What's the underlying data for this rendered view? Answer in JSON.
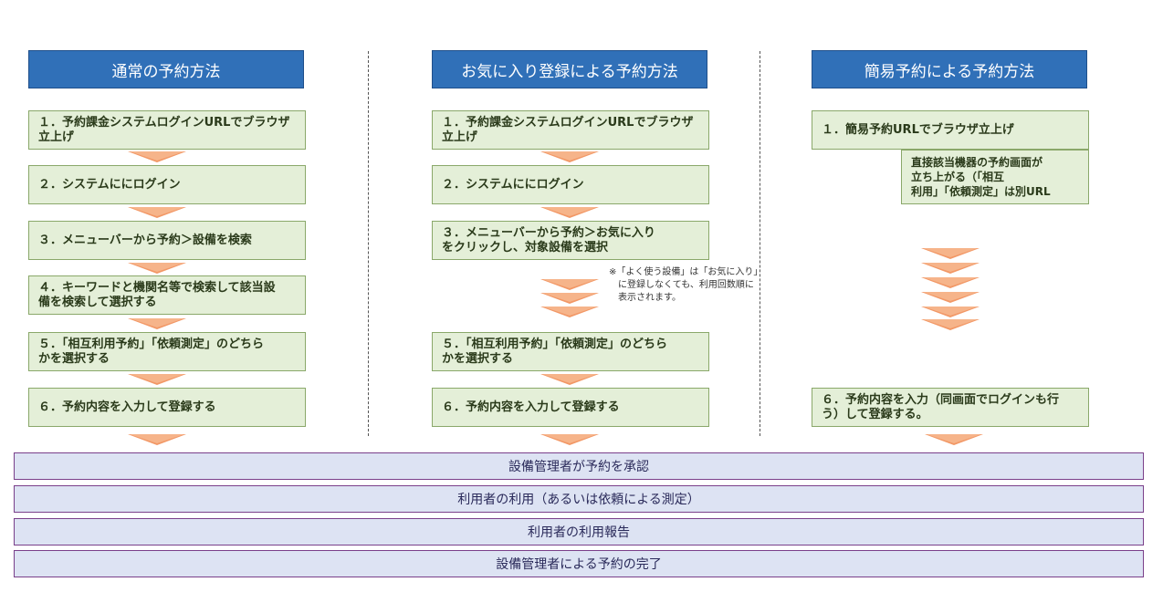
{
  "columns": [
    {
      "header": "通常の予約方法",
      "steps": [
        "１．予約課金システムログインURLでブラウザ\n立上げ",
        "２．システムににログイン",
        "３．メニューバーから予約＞設備を検索",
        "４．キーワードと機関名等で検索して該当設\n備を検索して選択する",
        "５．「相互利用予約」「依頼測定」のどちら\nかを選択する",
        "６．予約内容を入力して登録する"
      ]
    },
    {
      "header": "お気に入り登録による予約方法",
      "steps": [
        "１．予約課金システムログインURLでブラウザ\n立上げ",
        "２．システムににログイン",
        "３．メニューバーから予約＞お気に入り\nをクリックし、対象設備を選択",
        "５．「相互利用予約」「依頼測定」のどちら\nかを選択する",
        "６．予約内容を入力して登録する"
      ],
      "note": "※「よく使う設備」は「お気に入り」\n　に登録しなくても、利用回数順に\n　表示されます。"
    },
    {
      "header": "簡易予約による予約方法",
      "steps": [
        "１．簡易予約URLでブラウザ立上げ",
        "６．予約内容を入力（同画面でログインも行\nう）して登録する。"
      ],
      "sub_note": "直接該当機器の予約画面が\n立ち上がる（「相互\n利用」「依頼測定」は別URL"
    }
  ],
  "bottom_steps": [
    "設備管理者が予約を承認",
    "利用者の利用（あるいは依頼による測定）",
    "利用者の利用報告",
    "設備管理者による予約の完了"
  ],
  "colors": {
    "header_bg": "#3070b8",
    "step_bg": "#e4efd8",
    "arrow": "#f29866",
    "bottom_bg": "#dde3f3"
  }
}
